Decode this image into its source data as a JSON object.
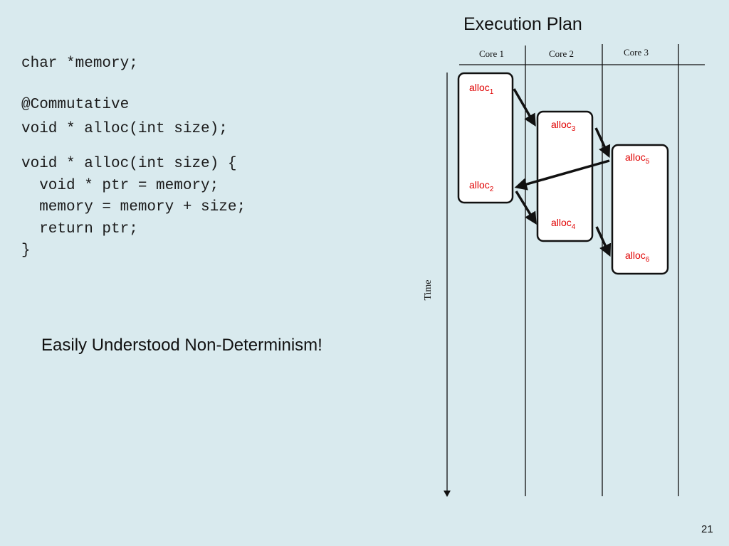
{
  "code": {
    "line1": "char *memory;",
    "annotation": "@Commutative",
    "declaration": "void * alloc(int size);",
    "definition": "void * alloc(int size) {\n  void * ptr = memory;\n  memory = memory + size;\n  return ptr;\n}"
  },
  "caption": "Easily Understood Non-Determinism!",
  "page_number": "21",
  "plan": {
    "title": "Execution Plan",
    "cores": [
      "Core 1",
      "Core 2",
      "Core 3"
    ],
    "time_label": "Time",
    "allocs": [
      {
        "base": "alloc",
        "sub": "1"
      },
      {
        "base": "alloc",
        "sub": "2"
      },
      {
        "base": "alloc",
        "sub": "3"
      },
      {
        "base": "alloc",
        "sub": "4"
      },
      {
        "base": "alloc",
        "sub": "5"
      },
      {
        "base": "alloc",
        "sub": "6"
      }
    ]
  },
  "colors": {
    "background": "#d9eaee",
    "alloc_text": "#e00000",
    "lines": "#111111"
  }
}
